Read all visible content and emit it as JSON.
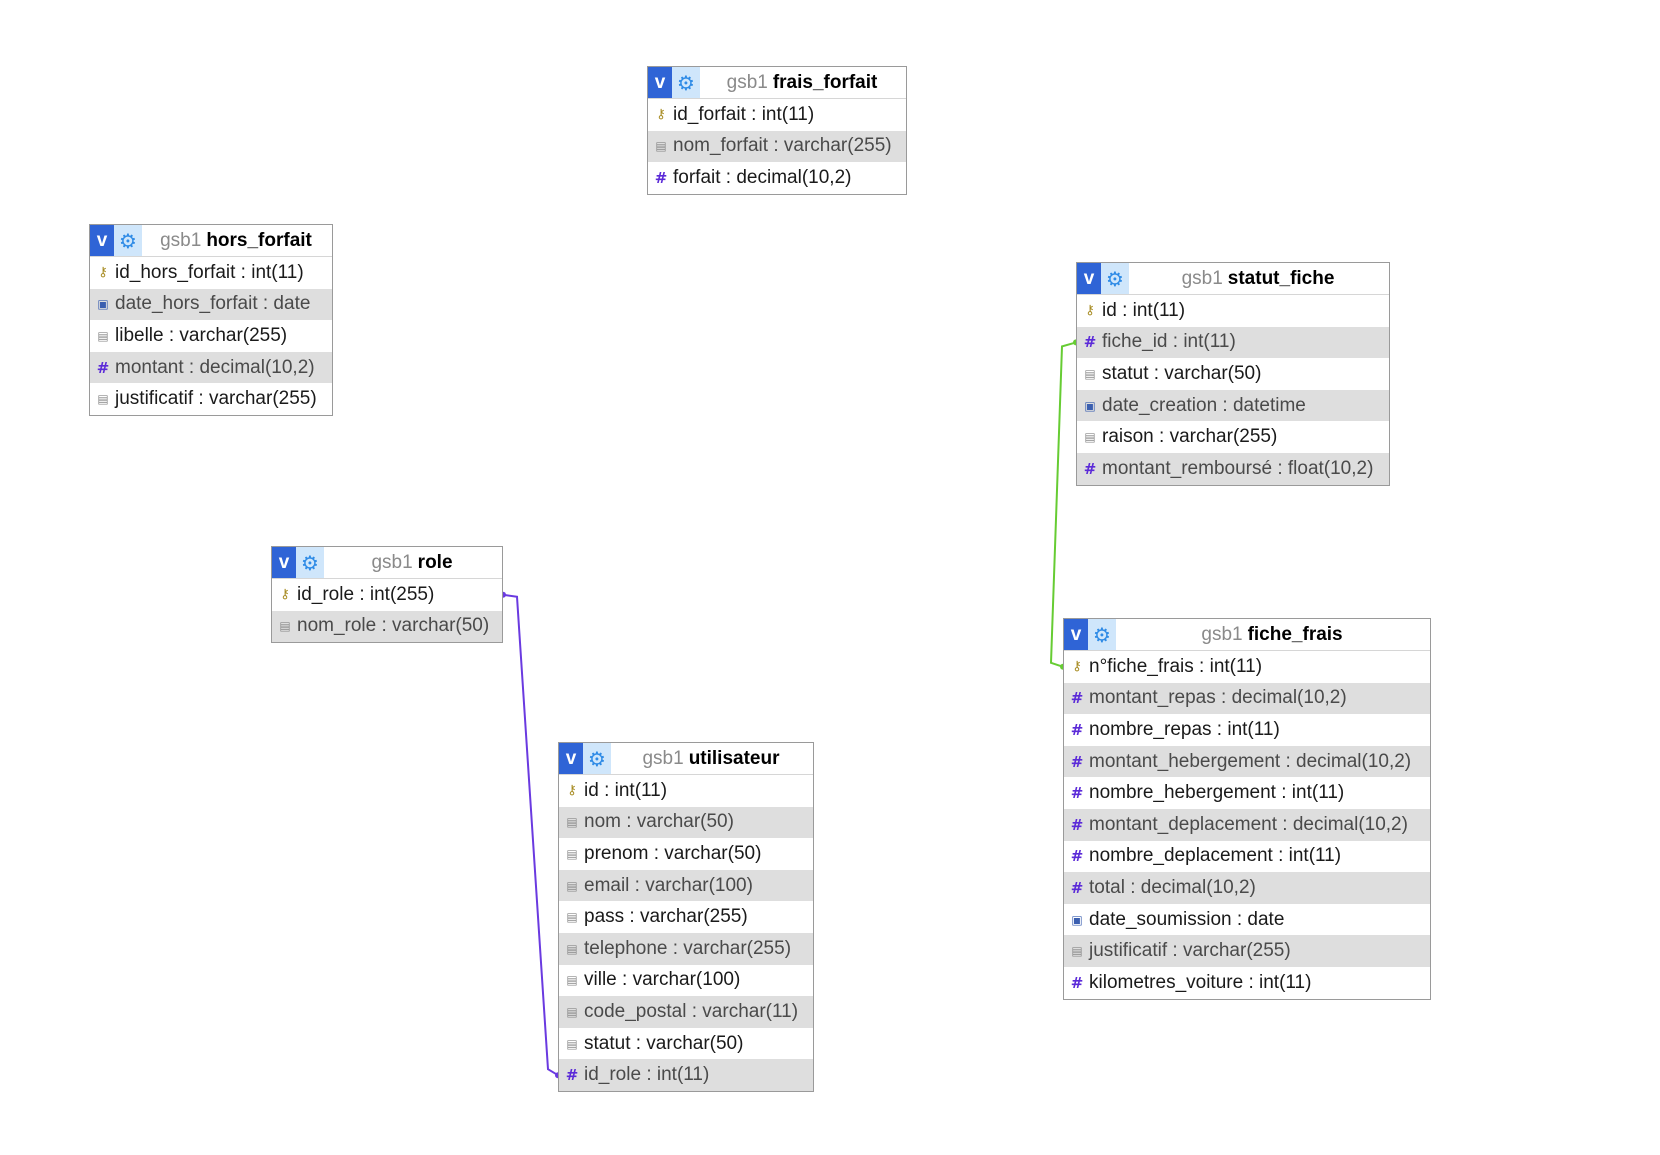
{
  "diagram": {
    "tables": [
      {
        "key": "frais_forfait",
        "db": "gsb1",
        "name": "frais_forfait",
        "fields": [
          {
            "icon": "key-icon",
            "text": "id_forfait : int(11)"
          },
          {
            "icon": "text-field-icon",
            "text": "nom_forfait : varchar(255)"
          },
          {
            "icon": "numeric-field-icon",
            "text": "forfait : decimal(10,2)"
          }
        ]
      },
      {
        "key": "hors_forfait",
        "db": "gsb1",
        "name": "hors_forfait",
        "fields": [
          {
            "icon": "key-icon",
            "text": "id_hors_forfait : int(11)"
          },
          {
            "icon": "date-field-icon",
            "text": "date_hors_forfait : date"
          },
          {
            "icon": "text-field-icon",
            "text": "libelle : varchar(255)"
          },
          {
            "icon": "numeric-field-icon",
            "text": "montant : decimal(10,2)"
          },
          {
            "icon": "text-field-icon",
            "text": "justificatif : varchar(255)"
          }
        ]
      },
      {
        "key": "statut_fiche",
        "db": "gsb1",
        "name": "statut_fiche",
        "fields": [
          {
            "icon": "key-icon",
            "text": "id : int(11)"
          },
          {
            "icon": "numeric-field-icon",
            "text": "fiche_id : int(11)"
          },
          {
            "icon": "text-field-icon",
            "text": "statut : varchar(50)"
          },
          {
            "icon": "date-field-icon",
            "text": "date_creation : datetime"
          },
          {
            "icon": "text-field-icon",
            "text": "raison : varchar(255)"
          },
          {
            "icon": "numeric-field-icon",
            "text": "montant_remboursé : float(10,2)"
          }
        ]
      },
      {
        "key": "role",
        "db": "gsb1",
        "name": "role",
        "fields": [
          {
            "icon": "key-icon",
            "text": "id_role : int(255)"
          },
          {
            "icon": "text-field-icon",
            "text": "nom_role : varchar(50)"
          }
        ]
      },
      {
        "key": "fiche_frais",
        "db": "gsb1",
        "name": "fiche_frais",
        "fields": [
          {
            "icon": "key-icon",
            "text": "n°fiche_frais : int(11)"
          },
          {
            "icon": "numeric-field-icon",
            "text": "montant_repas : decimal(10,2)"
          },
          {
            "icon": "numeric-field-icon",
            "text": "nombre_repas : int(11)"
          },
          {
            "icon": "numeric-field-icon",
            "text": "montant_hebergement : decimal(10,2)"
          },
          {
            "icon": "numeric-field-icon",
            "text": "nombre_hebergement : int(11)"
          },
          {
            "icon": "numeric-field-icon",
            "text": "montant_deplacement : decimal(10,2)"
          },
          {
            "icon": "numeric-field-icon",
            "text": "nombre_deplacement : int(11)"
          },
          {
            "icon": "numeric-field-icon",
            "text": "total : decimal(10,2)"
          },
          {
            "icon": "date-field-icon",
            "text": "date_soumission : date"
          },
          {
            "icon": "text-field-icon",
            "text": "justificatif : varchar(255)"
          },
          {
            "icon": "numeric-field-icon",
            "text": "kilometres_voiture : int(11)"
          }
        ]
      },
      {
        "key": "utilisateur",
        "db": "gsb1",
        "name": "utilisateur",
        "fields": [
          {
            "icon": "key-icon",
            "text": "id : int(11)"
          },
          {
            "icon": "text-field-icon",
            "text": "nom : varchar(50)"
          },
          {
            "icon": "text-field-icon",
            "text": "prenom : varchar(50)"
          },
          {
            "icon": "text-field-icon",
            "text": "email : varchar(100)"
          },
          {
            "icon": "text-field-icon",
            "text": "pass : varchar(255)"
          },
          {
            "icon": "text-field-icon",
            "text": "telephone : varchar(255)"
          },
          {
            "icon": "text-field-icon",
            "text": "ville : varchar(100)"
          },
          {
            "icon": "text-field-icon",
            "text": "code_postal : varchar(11)"
          },
          {
            "icon": "text-field-icon",
            "text": "statut : varchar(50)"
          },
          {
            "icon": "numeric-field-icon",
            "text": "id_role : int(11)"
          }
        ]
      }
    ],
    "relations": [
      {
        "from_table": "statut_fiche",
        "from_field": 1,
        "to_table": "fiche_frais",
        "to_field": 0,
        "color": "#66cc33"
      },
      {
        "from_table": "role",
        "from_field": 0,
        "to_table": "utilisateur",
        "to_field": 9,
        "color": "#6a3ae0"
      }
    ],
    "header_icons": {
      "toggle": "v-toggle-icon",
      "settings": "gear-icon"
    },
    "colors": {
      "toggle_bg": "#2f64d6",
      "settings_bg": "#cfe6fb",
      "alt_row": "#dedede",
      "numeric_icon": "#5b2ad8",
      "key_icon": "#a68a1f"
    }
  }
}
